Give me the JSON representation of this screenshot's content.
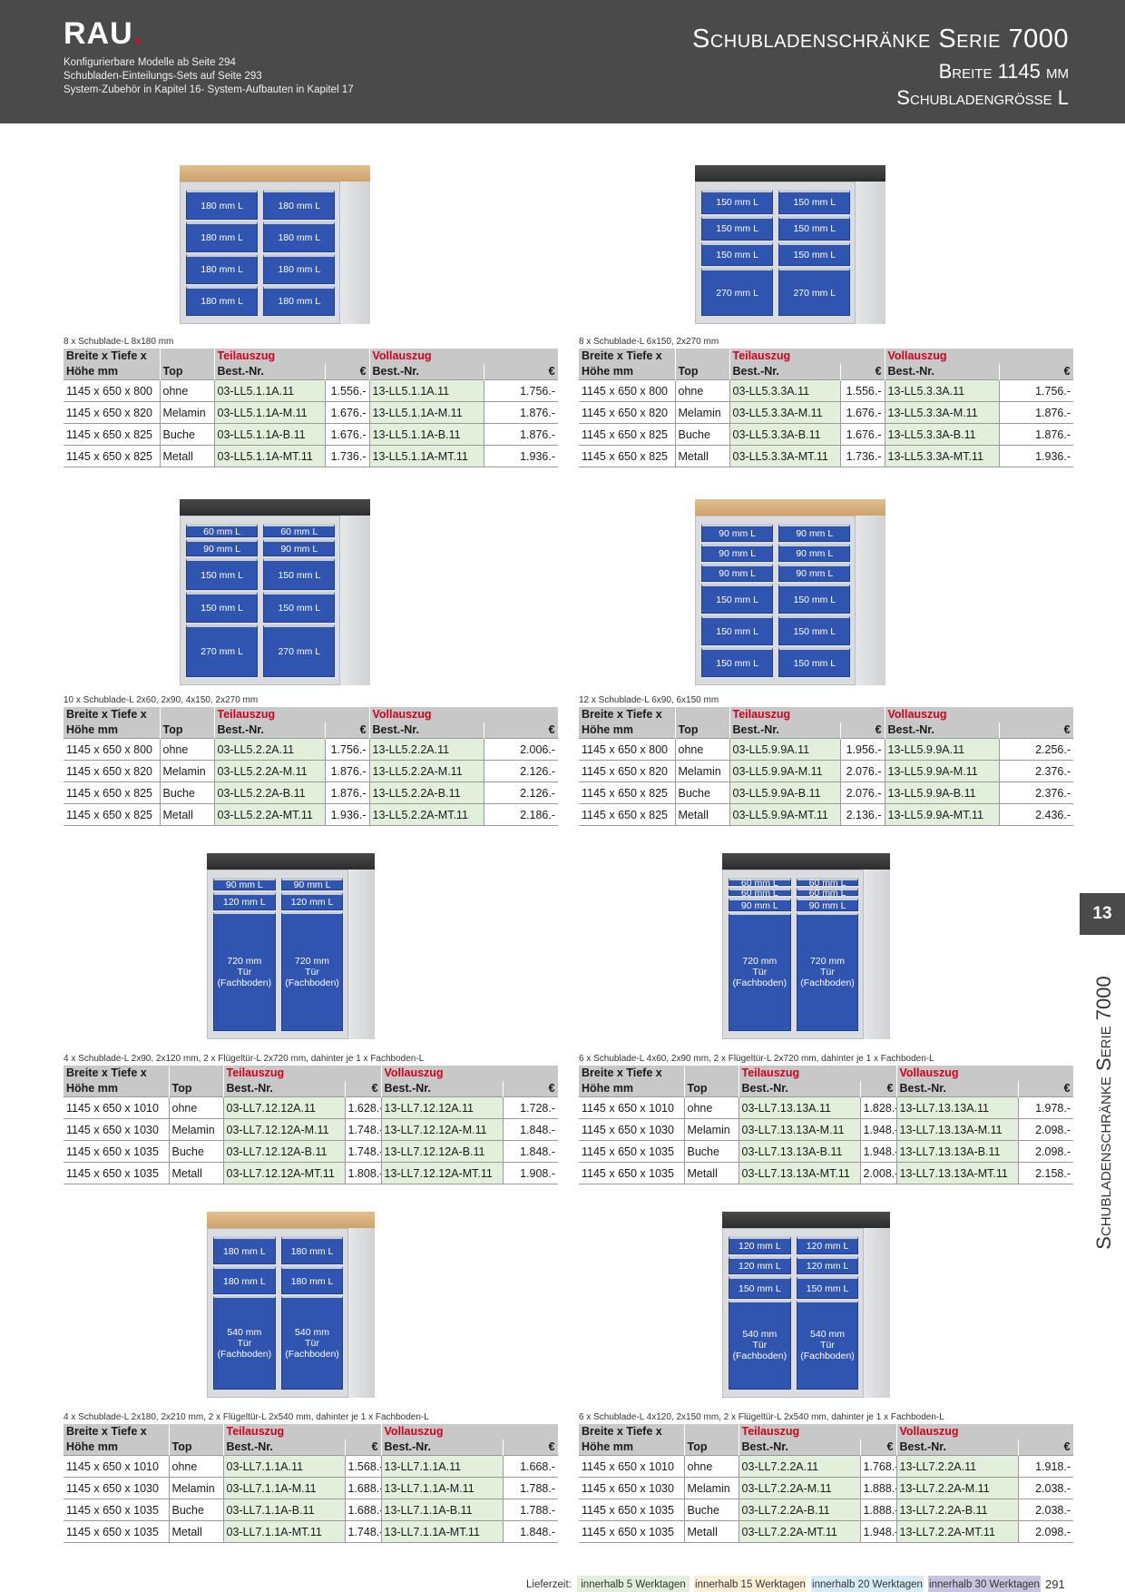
{
  "header": {
    "logo": "RAU",
    "logo_dot": ".",
    "notes": [
      "Konfigurierbare Modelle ab Seite 294",
      "Schubladen-Einteilungs-Sets auf Seite 293",
      "System-Zubehör in Kapitel 16- System-Aufbauten in Kapitel 17"
    ],
    "title": "Schubladenschränke Serie 7000",
    "subtitle1": "Breite 1145 mm",
    "subtitle2": "Schubladengrösse L"
  },
  "side": {
    "tab_number": "13",
    "vertical_text": "Schubladenschränke Serie 7000"
  },
  "table_header": {
    "col1_line1": "Breite x Tiefe x",
    "col1_line2": "Höhe mm",
    "top": "Top",
    "teilauszug": "Teilauszug",
    "vollauszug": "Vollauszug",
    "bestnr": "Best.-Nr.",
    "eur": "€"
  },
  "products": [
    {
      "caption": "8 x Schublade-L 8x180 mm",
      "top_type": "wood",
      "columns": [
        [
          "180 mm L",
          "180 mm L",
          "180 mm L",
          "180 mm L"
        ],
        [
          "180 mm L",
          "180 mm L",
          "180 mm L",
          "180 mm L"
        ]
      ],
      "rows": [
        {
          "size": "1145 x 650 x 800",
          "top": "ohne",
          "t_nr": "03-LL5.1.1A.11",
          "t_price": "1.556.-",
          "v_nr": "13-LL5.1.1A.11",
          "v_price": "1.756.-"
        },
        {
          "size": "1145 x 650 x 820",
          "top": "Melamin",
          "t_nr": "03-LL5.1.1A-M.11",
          "t_price": "1.676.-",
          "v_nr": "13-LL5.1.1A-M.11",
          "v_price": "1.876.-"
        },
        {
          "size": "1145 x 650 x 825",
          "top": "Buche",
          "t_nr": "03-LL5.1.1A-B.11",
          "t_price": "1.676.-",
          "v_nr": "13-LL5.1.1A-B.11",
          "v_price": "1.876.-"
        },
        {
          "size": "1145 x 650 x 825",
          "top": "Metall",
          "t_nr": "03-LL5.1.1A-MT.11",
          "t_price": "1.736.-",
          "v_nr": "13-LL5.1.1A-MT.11",
          "v_price": "1.936.-"
        }
      ]
    },
    {
      "caption": "8 x Schublade-L 6x150, 2x270 mm",
      "top_type": "rubber",
      "columns": [
        [
          "150 mm L",
          "150 mm L",
          "150 mm L",
          "270 mm L"
        ],
        [
          "150 mm L",
          "150 mm L",
          "150 mm L",
          "270 mm L"
        ]
      ],
      "rows": [
        {
          "size": "1145 x 650 x 800",
          "top": "ohne",
          "t_nr": "03-LL5.3.3A.11",
          "t_price": "1.556.-",
          "v_nr": "13-LL5.3.3A.11",
          "v_price": "1.756.-"
        },
        {
          "size": "1145 x 650 x 820",
          "top": "Melamin",
          "t_nr": "03-LL5.3.3A-M.11",
          "t_price": "1.676.-",
          "v_nr": "13-LL5.3.3A-M.11",
          "v_price": "1.876.-"
        },
        {
          "size": "1145 x 650 x 825",
          "top": "Buche",
          "t_nr": "03-LL5.3.3A-B.11",
          "t_price": "1.676.-",
          "v_nr": "13-LL5.3.3A-B.11",
          "v_price": "1.876.-"
        },
        {
          "size": "1145 x 650 x 825",
          "top": "Metall",
          "t_nr": "03-LL5.3.3A-MT.11",
          "t_price": "1.736.-",
          "v_nr": "13-LL5.3.3A-MT.11",
          "v_price": "1.936.-"
        }
      ]
    },
    {
      "caption": "10 x Schublade-L 2x60, 2x90, 4x150, 2x270 mm",
      "top_type": "rubber",
      "columns": [
        [
          "60 mm L",
          "90 mm L",
          "150 mm L",
          "150 mm L",
          "270 mm L"
        ],
        [
          "60 mm L",
          "90 mm L",
          "150 mm L",
          "150 mm L",
          "270 mm L"
        ]
      ],
      "rows": [
        {
          "size": "1145 x 650 x 800",
          "top": "ohne",
          "t_nr": "03-LL5.2.2A.11",
          "t_price": "1.756.-",
          "v_nr": "13-LL5.2.2A.11",
          "v_price": "2.006.-"
        },
        {
          "size": "1145 x 650 x 820",
          "top": "Melamin",
          "t_nr": "03-LL5.2.2A-M.11",
          "t_price": "1.876.-",
          "v_nr": "13-LL5.2.2A-M.11",
          "v_price": "2.126.-"
        },
        {
          "size": "1145 x 650 x 825",
          "top": "Buche",
          "t_nr": "03-LL5.2.2A-B.11",
          "t_price": "1.876.-",
          "v_nr": "13-LL5.2.2A-B.11",
          "v_price": "2.126.-"
        },
        {
          "size": "1145 x 650 x 825",
          "top": "Metall",
          "t_nr": "03-LL5.2.2A-MT.11",
          "t_price": "1.936.-",
          "v_nr": "13-LL5.2.2A-MT.11",
          "v_price": "2.186.-"
        }
      ]
    },
    {
      "caption": "12 x Schublade-L 6x90, 6x150 mm",
      "top_type": "wood",
      "columns": [
        [
          "90 mm L",
          "90 mm L",
          "90 mm L",
          "150 mm L",
          "150 mm L",
          "150 mm L"
        ],
        [
          "90 mm L",
          "90 mm L",
          "90 mm L",
          "150 mm L",
          "150 mm L",
          "150 mm L"
        ]
      ],
      "rows": [
        {
          "size": "1145 x 650 x 800",
          "top": "ohne",
          "t_nr": "03-LL5.9.9A.11",
          "t_price": "1.956.-",
          "v_nr": "13-LL5.9.9A.11",
          "v_price": "2.256.-"
        },
        {
          "size": "1145 x 650 x 820",
          "top": "Melamin",
          "t_nr": "03-LL5.9.9A-M.11",
          "t_price": "2.076.-",
          "v_nr": "13-LL5.9.9A-M.11",
          "v_price": "2.376.-"
        },
        {
          "size": "1145 x 650 x 825",
          "top": "Buche",
          "t_nr": "03-LL5.9.9A-B.11",
          "t_price": "2.076.-",
          "v_nr": "13-LL5.9.9A-B.11",
          "v_price": "2.376.-"
        },
        {
          "size": "1145 x 650 x 825",
          "top": "Metall",
          "t_nr": "03-LL5.9.9A-MT.11",
          "t_price": "2.136.-",
          "v_nr": "13-LL5.9.9A-MT.11",
          "v_price": "2.436.-"
        }
      ]
    },
    {
      "caption": "4 x Schublade-L 2x90, 2x120 mm, 2 x Flügeltür-L 2x720 mm, dahinter je 1 x Fachboden-L",
      "top_type": "rubber",
      "columns": [
        [
          "90 mm L",
          "120 mm L",
          "720 mm\nTür\n(Fachboden)"
        ],
        [
          "90 mm L",
          "120 mm L",
          "720 mm\nTür\n(Fachboden)"
        ]
      ],
      "rows": [
        {
          "size": "1145 x 650 x 1010",
          "top": "ohne",
          "t_nr": "03-LL7.12.12A.11",
          "t_price": "1.628.-",
          "v_nr": "13-LL7.12.12A.11",
          "v_price": "1.728.-"
        },
        {
          "size": "1145 x 650 x 1030",
          "top": "Melamin",
          "t_nr": "03-LL7.12.12A-M.11",
          "t_price": "1.748.-",
          "v_nr": "13-LL7.12.12A-M.11",
          "v_price": "1.848.-"
        },
        {
          "size": "1145 x 650 x 1035",
          "top": "Buche",
          "t_nr": "03-LL7.12.12A-B.11",
          "t_price": "1.748.-",
          "v_nr": "13-LL7.12.12A-B.11",
          "v_price": "1.848.-"
        },
        {
          "size": "1145 x 650 x 1035",
          "top": "Metall",
          "t_nr": "03-LL7.12.12A-MT.11",
          "t_price": "1.808.-",
          "v_nr": "13-LL7.12.12A-MT.11",
          "v_price": "1.908.-"
        }
      ]
    },
    {
      "caption": "6 x Schublade-L 4x60, 2x90 mm, 2 x Flügeltür-L 2x720 mm, dahinter je 1 x Fachboden-L",
      "top_type": "rubber",
      "columns": [
        [
          "60 mm L",
          "60 mm L",
          "90 mm L",
          "720 mm\nTür\n(Fachboden)"
        ],
        [
          "60 mm L",
          "60 mm L",
          "90 mm L",
          "720 mm\nTür\n(Fachboden)"
        ]
      ],
      "rows": [
        {
          "size": "1145 x 650 x 1010",
          "top": "ohne",
          "t_nr": "03-LL7.13.13A.11",
          "t_price": "1.828.-",
          "v_nr": "13-LL7.13.13A.11",
          "v_price": "1.978.-"
        },
        {
          "size": "1145 x 650 x 1030",
          "top": "Melamin",
          "t_nr": "03-LL7.13.13A-M.11",
          "t_price": "1.948.-",
          "v_nr": "13-LL7.13.13A-M.11",
          "v_price": "2.098.-"
        },
        {
          "size": "1145 x 650 x 1035",
          "top": "Buche",
          "t_nr": "03-LL7.13.13A-B.11",
          "t_price": "1.948.-",
          "v_nr": "13-LL7.13.13A-B.11",
          "v_price": "2.098.-"
        },
        {
          "size": "1145 x 650 x 1035",
          "top": "Metall",
          "t_nr": "03-LL7.13.13A-MT.11",
          "t_price": "2.008.-",
          "v_nr": "13-LL7.13.13A-MT.11",
          "v_price": "2.158.-"
        }
      ]
    },
    {
      "caption": "4 x Schublade-L 2x180, 2x210 mm, 2 x Flügeltür-L 2x540 mm, dahinter je 1 x Fachboden-L",
      "top_type": "wood",
      "columns": [
        [
          "180 mm L",
          "180 mm L",
          "540 mm\nTür\n(Fachboden)"
        ],
        [
          "180 mm L",
          "180 mm L",
          "540 mm\nTür\n(Fachboden)"
        ]
      ],
      "rows": [
        {
          "size": "1145 x 650 x 1010",
          "top": "ohne",
          "t_nr": "03-LL7.1.1A.11",
          "t_price": "1.568.-",
          "v_nr": "13-LL7.1.1A.11",
          "v_price": "1.668.-"
        },
        {
          "size": "1145 x 650 x 1030",
          "top": "Melamin",
          "t_nr": "03-LL7.1.1A-M.11",
          "t_price": "1.688.-",
          "v_nr": "13-LL7.1.1A-M.11",
          "v_price": "1.788.-"
        },
        {
          "size": "1145 x 650 x 1035",
          "top": "Buche",
          "t_nr": "03-LL7.1.1A-B.11",
          "t_price": "1.688.-",
          "v_nr": "13-LL7.1.1A-B.11",
          "v_price": "1.788.-"
        },
        {
          "size": "1145 x 650 x 1035",
          "top": "Metall",
          "t_nr": "03-LL7.1.1A-MT.11",
          "t_price": "1.748.-",
          "v_nr": "13-LL7.1.1A-MT.11",
          "v_price": "1.848.-"
        }
      ]
    },
    {
      "caption": "6 x Schublade-L 4x120, 2x150 mm, 2 x Flügeltür-L 2x540 mm, dahinter je 1 x Fachboden-L",
      "top_type": "rubber",
      "columns": [
        [
          "120 mm L",
          "120 mm L",
          "150 mm L",
          "540 mm\nTür\n(Fachboden)"
        ],
        [
          "120 mm L",
          "120 mm L",
          "150 mm L",
          "540 mm\nTür\n(Fachboden)"
        ]
      ],
      "rows": [
        {
          "size": "1145 x 650 x 1010",
          "top": "ohne",
          "t_nr": "03-LL7.2.2A.11",
          "t_price": "1.768.-",
          "v_nr": "13-LL7.2.2A.11",
          "v_price": "1.918.-"
        },
        {
          "size": "1145 x 650 x 1030",
          "top": "Melamin",
          "t_nr": "03-LL7.2.2A-M.11",
          "t_price": "1.888.-",
          "v_nr": "13-LL7.2.2A-M.11",
          "v_price": "2.038.-"
        },
        {
          "size": "1145 x 650 x 1035",
          "top": "Buche",
          "t_nr": "03-LL7.2.2A-B.11",
          "t_price": "1.888.-",
          "v_nr": "13-LL7.2.2A-B.11",
          "v_price": "2.038.-"
        },
        {
          "size": "1145 x 650 x 1035",
          "top": "Metall",
          "t_nr": "03-LL7.2.2A-MT.11",
          "t_price": "1.948.-",
          "v_nr": "13-LL7.2.2A-MT.11",
          "v_price": "2.098.-"
        }
      ]
    }
  ],
  "footer": {
    "label": "Lieferzeit:",
    "chips": [
      {
        "text": "innerhalb 5 Werktagen",
        "color": "#e2efdb"
      },
      {
        "text": "innerhalb 15 Werktagen",
        "color": "#fdf0d5"
      },
      {
        "text": "innerhalb 20 Werktagen",
        "color": "#d7ecf7"
      },
      {
        "text": "innerhalb 30 Werktagen",
        "color": "#c9c3e0"
      }
    ],
    "page_number": "291"
  }
}
